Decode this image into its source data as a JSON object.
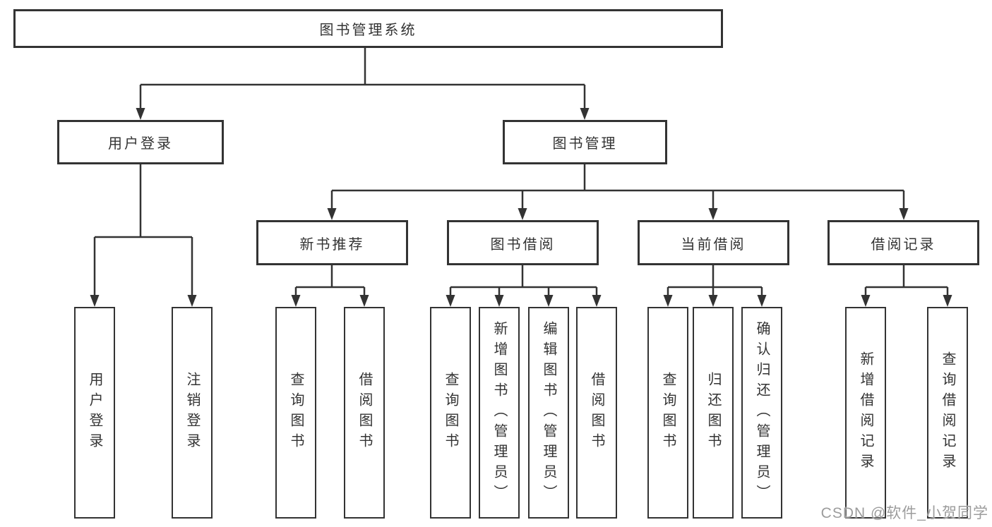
{
  "nodes": {
    "root": {
      "label": "图书管理系统"
    },
    "user_login": {
      "label": "用户登录"
    },
    "book_mgmt": {
      "label": "图书管理"
    },
    "new_book": {
      "label": "新书推荐"
    },
    "book_borrow": {
      "label": "图书借阅"
    },
    "current_borrow": {
      "label": "当前借阅"
    },
    "borrow_record": {
      "label": "借阅记录"
    }
  },
  "leaves": {
    "user_login": [
      "用户登录",
      "注销登录"
    ],
    "new_book": [
      "查询图书",
      "借阅图书"
    ],
    "book_borrow": [
      "查询图书",
      "新增图书（管理员）",
      "编辑图书（管理员）",
      "借阅图书"
    ],
    "current_borrow": [
      "查询图书",
      "归还图书",
      "确认归还（管理员）"
    ],
    "borrow_record": [
      "新增借阅记录",
      "查询借阅记录"
    ]
  },
  "watermark": "CSDN @软件_小贺同学",
  "colors": {
    "line": "#333333",
    "text": "#333333",
    "box_background": "#ffffff",
    "page_background": "#ffffff",
    "watermark": "#9c9c9c"
  }
}
